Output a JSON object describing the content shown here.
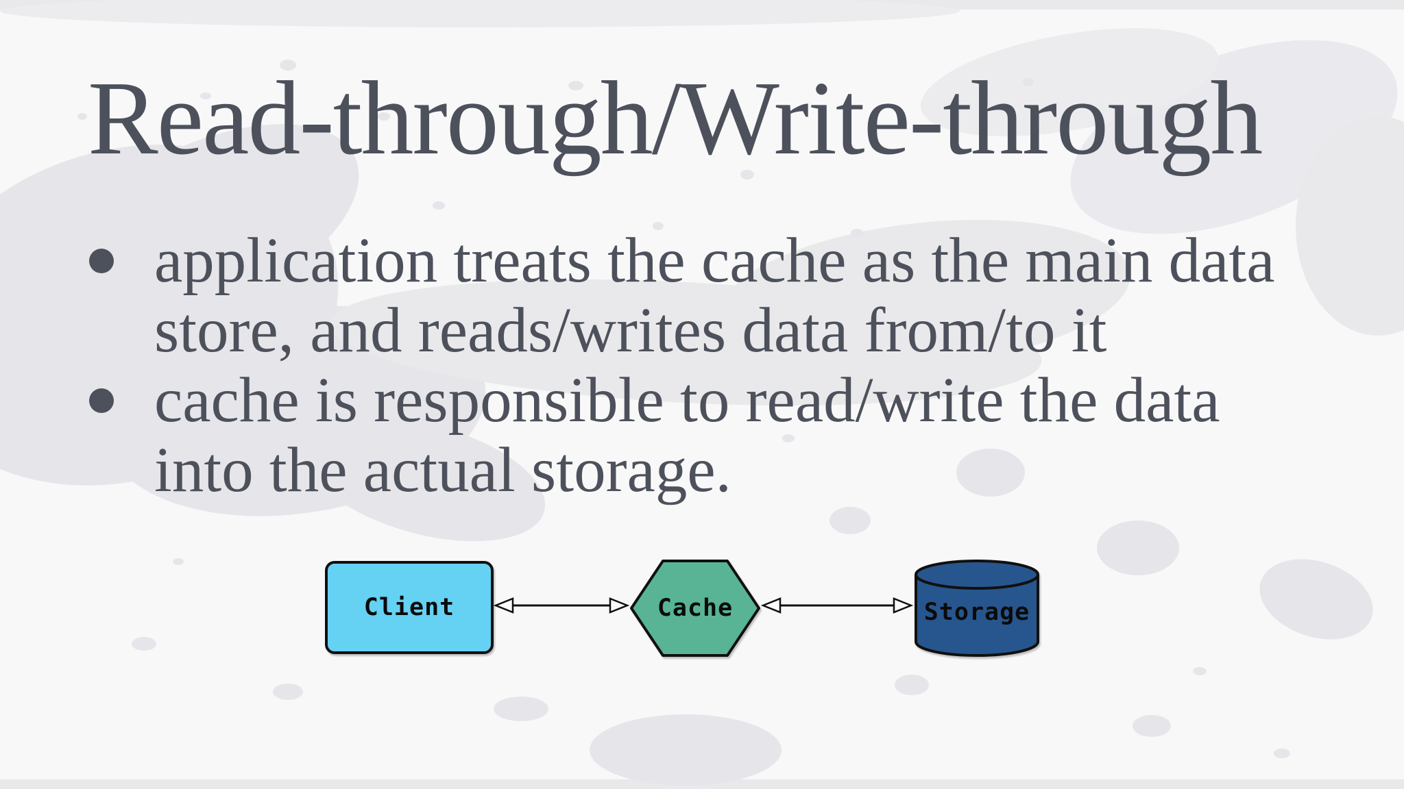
{
  "slide": {
    "title": "Read-through/Write-through",
    "bullets": [
      {
        "text": "application treats the cache as the main data store, and reads/writes data from/to it"
      },
      {
        "text": "cache is responsible to read/write the data into the actual storage."
      }
    ]
  },
  "diagram": {
    "nodes": [
      {
        "label": "Client",
        "shape": "rounded-rectangle",
        "fill": "#65d1f3"
      },
      {
        "label": "Cache",
        "shape": "hexagon",
        "fill": "#58b494"
      },
      {
        "label": "Storage",
        "shape": "cylinder",
        "fill": "#27568e"
      }
    ],
    "edges": [
      {
        "from": "Client",
        "to": "Cache",
        "style": "double-headed-arrow"
      },
      {
        "from": "Cache",
        "to": "Storage",
        "style": "double-headed-arrow"
      }
    ]
  },
  "colors": {
    "background": "#f8f8f9",
    "texture_gray": "#e6e6ea",
    "edge_band_gray": "#e9e9ec",
    "text": "#4d515b",
    "shape_outline": "#101010",
    "shape_label": "#0b0b0b"
  }
}
